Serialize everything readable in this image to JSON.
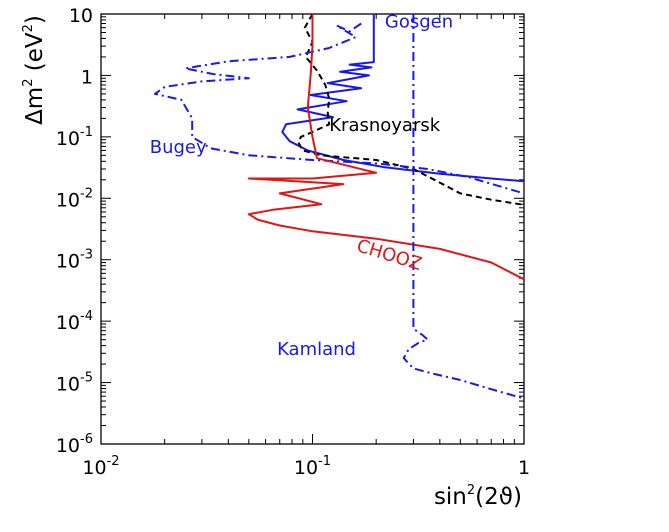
{
  "chart_data": {
    "type": "line",
    "title": "",
    "xlabel": {
      "base": "sin",
      "sup": "2",
      "rest": "(2ϑ)"
    },
    "ylabel": {
      "base": "Δm",
      "sup": "2",
      "rest": " (eV",
      "sup2": "2",
      "end": ")"
    },
    "xscale": "log",
    "yscale": "log",
    "xlim": [
      0.01,
      1
    ],
    "ylim": [
      1e-06,
      10
    ],
    "x_ticks": [
      {
        "value": 0.01,
        "base": "10",
        "exp": "-2"
      },
      {
        "value": 0.1,
        "base": "10",
        "exp": "-1"
      },
      {
        "value": 1,
        "base": "1",
        "exp": ""
      }
    ],
    "y_ticks": [
      {
        "value": 10,
        "base": "10",
        "exp": ""
      },
      {
        "value": 1,
        "base": "1",
        "exp": ""
      },
      {
        "value": 0.1,
        "base": "10",
        "exp": "-1"
      },
      {
        "value": 0.01,
        "base": "10",
        "exp": "-2"
      },
      {
        "value": 0.001,
        "base": "10",
        "exp": "-3"
      },
      {
        "value": 0.0001,
        "base": "10",
        "exp": "-4"
      },
      {
        "value": 1e-05,
        "base": "10",
        "exp": "-5"
      },
      {
        "value": 1e-06,
        "base": "10",
        "exp": "-6"
      }
    ],
    "grid": false,
    "legend": "none",
    "series": [
      {
        "name": "Gosgen",
        "color": "#1a1ae6",
        "dash": "solid",
        "points": [
          [
            0.195,
            10
          ],
          [
            0.195,
            1.65
          ],
          [
            0.15,
            1.5
          ],
          [
            0.19,
            1.35
          ],
          [
            0.135,
            1.15
          ],
          [
            0.185,
            1.0
          ],
          [
            0.118,
            0.75
          ],
          [
            0.17,
            0.62
          ],
          [
            0.098,
            0.48
          ],
          [
            0.145,
            0.38
          ],
          [
            0.085,
            0.28
          ],
          [
            0.125,
            0.21
          ],
          [
            0.075,
            0.16
          ],
          [
            0.072,
            0.12
          ],
          [
            0.078,
            0.085
          ],
          [
            0.095,
            0.06
          ],
          [
            0.14,
            0.042
          ],
          [
            0.22,
            0.032
          ],
          [
            0.4,
            0.025
          ],
          [
            0.7,
            0.021
          ],
          [
            1.0,
            0.019
          ]
        ]
      },
      {
        "name": "Krasnoyarsk",
        "color": "#000000",
        "dash": "6,4",
        "points": [
          [
            0.1,
            10
          ],
          [
            0.092,
            6.0
          ],
          [
            0.1,
            3.5
          ],
          [
            0.093,
            2.0
          ],
          [
            0.105,
            1.2
          ],
          [
            0.115,
            0.7
          ],
          [
            0.12,
            0.42
          ],
          [
            0.118,
            0.25
          ],
          [
            0.12,
            0.16
          ],
          [
            0.1,
            0.12
          ],
          [
            0.088,
            0.1
          ],
          [
            0.086,
            0.08
          ],
          [
            0.09,
            0.06
          ],
          [
            0.11,
            0.05
          ],
          [
            0.2,
            0.042
          ],
          [
            0.3,
            0.03
          ],
          [
            0.4,
            0.018
          ],
          [
            0.5,
            0.012
          ],
          [
            0.7,
            0.0095
          ],
          [
            1.0,
            0.0078
          ]
        ]
      },
      {
        "name": "Bugey",
        "color": "#1a1ae6",
        "dash": "9,4,2,4",
        "points": [
          [
            0.17,
            7.0
          ],
          [
            0.15,
            5.2
          ],
          [
            0.13,
            6.5
          ],
          [
            0.16,
            4.2
          ],
          [
            0.12,
            2.8
          ],
          [
            0.078,
            2.0
          ],
          [
            0.04,
            1.7
          ],
          [
            0.025,
            1.3
          ],
          [
            0.034,
            1.05
          ],
          [
            0.05,
            0.9
          ],
          [
            0.03,
            0.8
          ],
          [
            0.02,
            0.65
          ],
          [
            0.018,
            0.5
          ],
          [
            0.024,
            0.4
          ],
          [
            0.027,
            0.2
          ],
          [
            0.027,
            0.1
          ],
          [
            0.033,
            0.065
          ],
          [
            0.05,
            0.05
          ],
          [
            0.1,
            0.042
          ],
          [
            0.2,
            0.037
          ],
          [
            0.35,
            0.03
          ],
          [
            0.55,
            0.022
          ],
          [
            0.75,
            0.016
          ],
          [
            1.0,
            0.012
          ]
        ]
      },
      {
        "name": "CHOOZ",
        "color": "#e01515",
        "dash": "solid",
        "points": [
          [
            0.1,
            10
          ],
          [
            0.1,
            3.0
          ],
          [
            0.098,
            1.0
          ],
          [
            0.095,
            0.3
          ],
          [
            0.1,
            0.1
          ],
          [
            0.105,
            0.045
          ],
          [
            0.2,
            0.026
          ],
          [
            0.1,
            0.021
          ],
          [
            0.05,
            0.021
          ],
          [
            0.14,
            0.017
          ],
          [
            0.07,
            0.012
          ],
          [
            0.11,
            0.008
          ],
          [
            0.065,
            0.0065
          ],
          [
            0.05,
            0.0055
          ],
          [
            0.055,
            0.0045
          ],
          [
            0.07,
            0.0036
          ],
          [
            0.1,
            0.0029
          ],
          [
            0.2,
            0.0022
          ],
          [
            0.4,
            0.0015
          ],
          [
            0.7,
            0.0009
          ],
          [
            1.0,
            0.00048
          ]
        ]
      },
      {
        "name": "Kamland",
        "color": "#1a1ae6",
        "dash": "9,4,2,4",
        "points": [
          [
            0.3,
            10
          ],
          [
            0.3,
            1.0
          ],
          [
            0.3,
            0.1
          ],
          [
            0.3,
            0.01
          ],
          [
            0.3,
            0.001
          ],
          [
            0.3,
            0.0001
          ],
          [
            0.3,
            7.5e-05
          ],
          [
            0.33,
            6e-05
          ],
          [
            0.35,
            5e-05
          ],
          [
            0.32,
            4.5e-05
          ],
          [
            0.285,
            3.5e-05
          ],
          [
            0.27,
            2.5e-05
          ],
          [
            0.3,
            1.7e-05
          ],
          [
            0.37,
            1.4e-05
          ],
          [
            0.5,
            1.1e-05
          ],
          [
            0.7,
            7.8e-06
          ],
          [
            1.0,
            5.5e-06
          ]
        ]
      }
    ],
    "annotations": [
      {
        "text": "Gosgen",
        "color": "#1a1ae6",
        "x": 0.22,
        "y": 6.0
      },
      {
        "text": "Krasnoyarsk",
        "color": "#000000",
        "x": 0.12,
        "y": 0.125
      },
      {
        "text": "Bugey",
        "color": "#1a1ae6",
        "x": 0.017,
        "y": 0.055
      },
      {
        "text": "CHOOZ",
        "color": "#e01515",
        "x": 0.16,
        "y": 0.0014,
        "rotate": 17
      },
      {
        "text": "Kamland",
        "color": "#1a1ae6",
        "x": 0.068,
        "y": 2.8e-05
      }
    ]
  }
}
